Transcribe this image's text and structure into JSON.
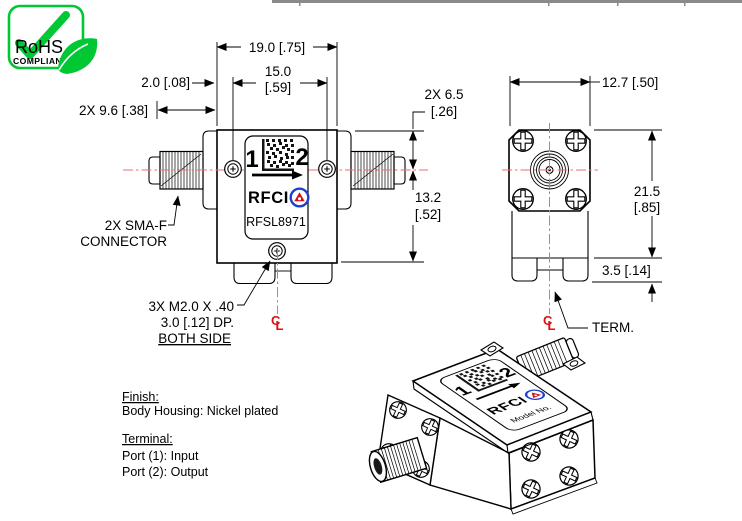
{
  "rohs": {
    "title": "RoHS",
    "subtitle": "COMPLIANT"
  },
  "front": {
    "dim_width_outer": "19.0 [.75]",
    "dim_width_inner_mm": "15.0",
    "dim_width_inner_in": "[.59]",
    "dim_edge_offset": "2.0 [.08]",
    "dim_connector": "2X 9.6 [.38]",
    "dim_screw_mm": "2X 6.5",
    "dim_screw_in": "[.26]",
    "dim_height_mm": "13.2",
    "dim_height_in": "[.52]",
    "callout_sma_line1": "2X SMA-F",
    "callout_sma_line2": "CONNECTOR",
    "callout_tap_line1": "3X M2.0 X .40",
    "callout_tap_line2": "3.0 [.12] DP.",
    "callout_tap_line3": "BOTH SIDE",
    "label": {
      "port1": "1",
      "port2": "2",
      "brand": "RFCI",
      "model": "RFSL8971"
    },
    "centerline": {
      "c": "C",
      "l": "L"
    }
  },
  "side": {
    "dim_width": "12.7 [.50]",
    "dim_height_mm": "21.5",
    "dim_height_in": "[.85]",
    "dim_foot": "3.5 [.14]",
    "term": "TERM.",
    "centerline": {
      "c": "C",
      "l": "L"
    }
  },
  "iso": {
    "label": {
      "port1": "1",
      "port2": "2",
      "brand": "RFCI",
      "model": "Model No."
    }
  },
  "notes": {
    "finish_heading": "Finish:",
    "finish_body": "Body Housing: Nickel plated",
    "terminal_heading": "Terminal:",
    "terminal_port1": "Port (1): Input",
    "terminal_port2": "Port (2): Output"
  },
  "colors": {
    "accent_green": "#00C832",
    "centerline_red": "#F26B6B",
    "symbol_red": "#E01010",
    "logo_blue": "#1F3FD0",
    "logo_red": "#CF1318",
    "rule_gray": "#8A8A8A"
  }
}
